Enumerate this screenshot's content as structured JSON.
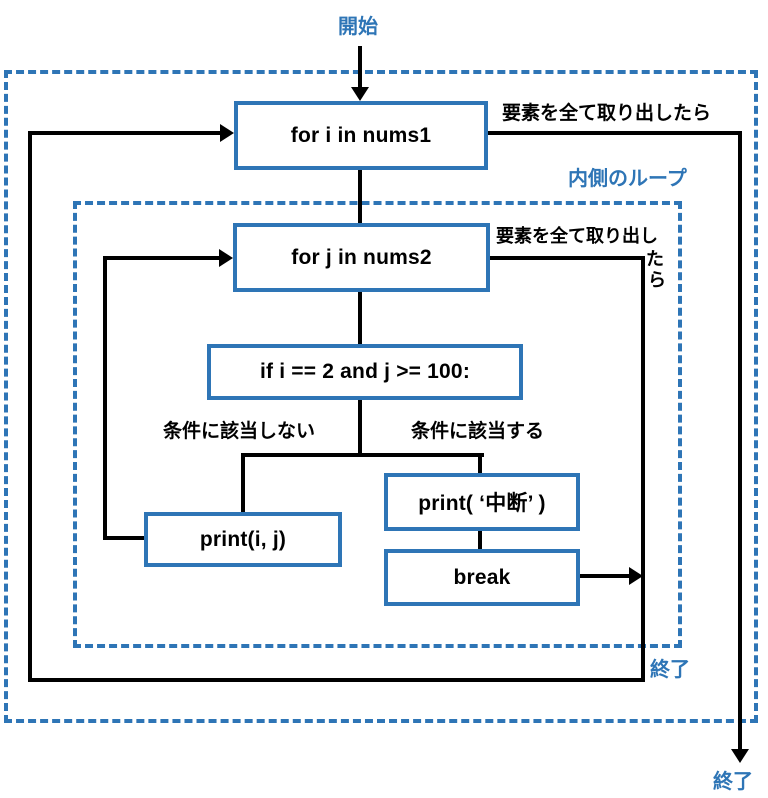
{
  "colors": {
    "accent": "#2E75B6",
    "line": "#000000"
  },
  "labels": {
    "start": "開始",
    "outer_loop_exit": "要素を全て取り出したら",
    "inner_loop_title": "内側のループ",
    "inner_loop_exit_line1": "要素を全て取り出し",
    "inner_loop_exit_line2": "た",
    "inner_loop_exit_line3": "ら",
    "branch_false": "条件に該当しない",
    "branch_true": "条件に該当する",
    "inner_end": "終了",
    "outer_end": "終了"
  },
  "nodes": {
    "for_outer": "for i in nums1",
    "for_inner": "for j in nums2",
    "if_condition": "if i == 2 and j >= 100:",
    "print_values": "print(i, j)",
    "print_break_message": "print( ‘中断’ )",
    "break_statement": "break"
  }
}
